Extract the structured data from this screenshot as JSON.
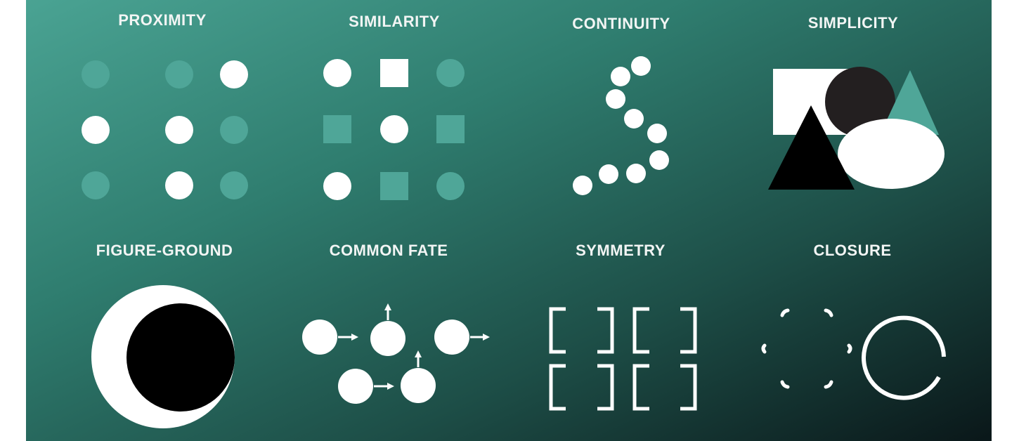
{
  "principles": [
    {
      "title": "PROXIMITY"
    },
    {
      "title": "SIMILARITY"
    },
    {
      "title": "CONTINUITY"
    },
    {
      "title": "SIMPLICITY"
    },
    {
      "title": "FIGURE-GROUND"
    },
    {
      "title": "COMMON FATE"
    },
    {
      "title": "SYMMETRY"
    },
    {
      "title": "CLOSURE"
    }
  ],
  "colors": {
    "gradient_start": "#4aa393",
    "gradient_end": "#0a1719",
    "teal_shape": "#4fa698",
    "white_shape": "#ffffff",
    "black_shape": "#000000",
    "dark_circle": "#231f20"
  }
}
